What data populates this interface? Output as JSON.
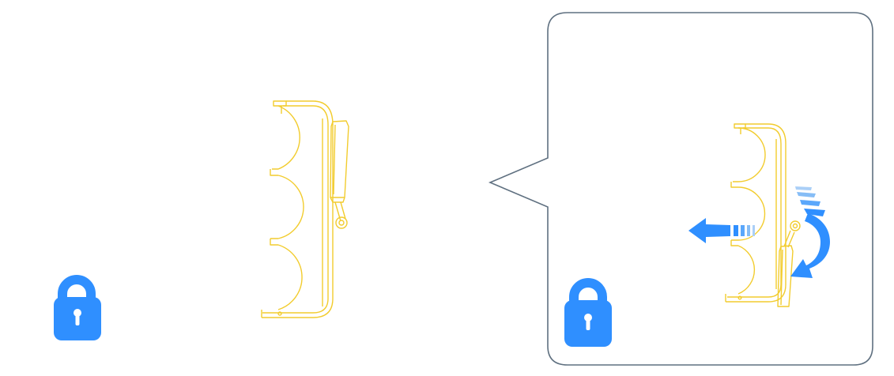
{
  "colors": {
    "background": "#ffffff",
    "bracket_outline": "#f2cc2e",
    "lock_icon": "#2f8fff",
    "arrow": "#2f8fff",
    "arrow_dash_light": "#86bdf6",
    "callout_border": "#5f7080"
  },
  "panels": {
    "before": {
      "state_icon": "unlocked-padlock-icon",
      "part": "three-loop-clip-bracket",
      "latch": "open"
    },
    "after": {
      "state_icon": "locked-padlock-icon",
      "part": "three-loop-clip-bracket",
      "latch": "closed",
      "motion_arrows": [
        "arrow-left-icon",
        "rotate-clockwise-arrow-icon"
      ]
    }
  }
}
